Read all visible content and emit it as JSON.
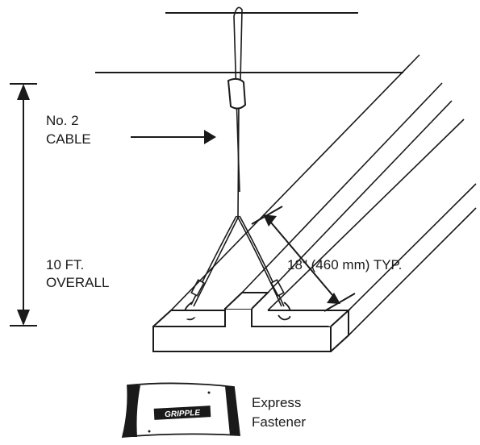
{
  "labels": {
    "cable_line1": "No. 2",
    "cable_line2": "CABLE",
    "overall_line1": "10 FT.",
    "overall_line2": "OVERALL",
    "spacing": "18\" (460 mm) TYP.",
    "fastener_line1": "Express",
    "fastener_line2": "Fastener"
  },
  "fastener_brand": "GRIPPLE",
  "colors": {
    "line": "#1a1a1a",
    "background": "#ffffff"
  }
}
